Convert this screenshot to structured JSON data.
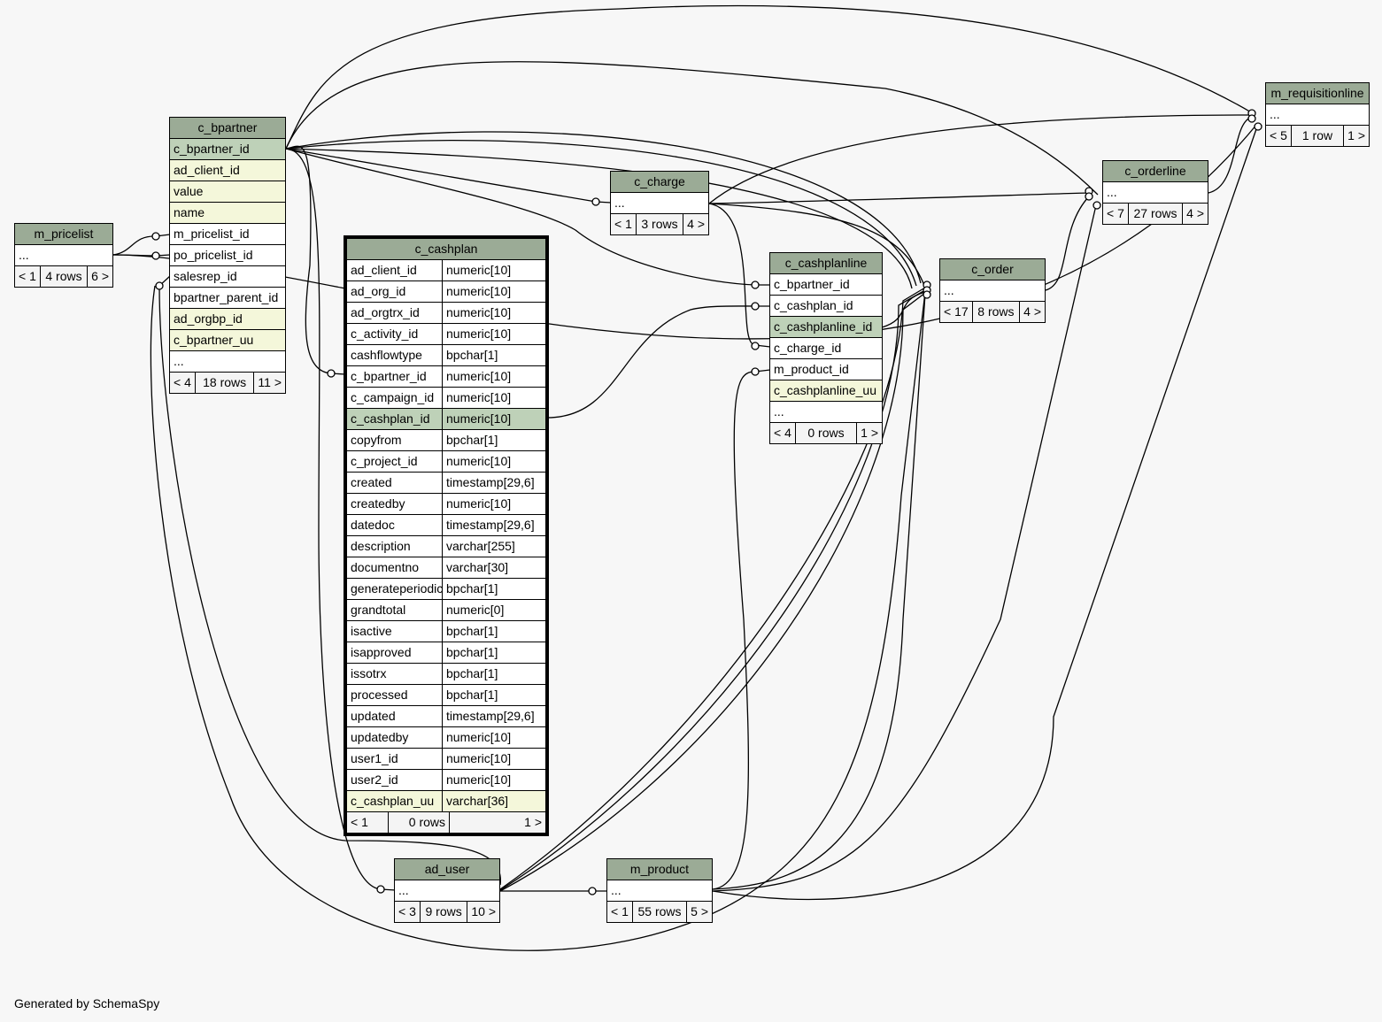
{
  "footer": "Generated by SchemaSpy",
  "tables": {
    "m_pricelist": {
      "name": "m_pricelist",
      "rows": [
        {
          "name": "...",
          "kind": "plain"
        }
      ],
      "footer": {
        "left": "< 1",
        "mid": "4 rows",
        "right": "6 >"
      }
    },
    "c_bpartner": {
      "name": "c_bpartner",
      "rows": [
        {
          "name": "c_bpartner_id",
          "kind": "pk"
        },
        {
          "name": "ad_client_id",
          "kind": "idx"
        },
        {
          "name": "value",
          "kind": "idx"
        },
        {
          "name": "name",
          "kind": "idx"
        },
        {
          "name": "m_pricelist_id",
          "kind": "plain"
        },
        {
          "name": "po_pricelist_id",
          "kind": "plain"
        },
        {
          "name": "salesrep_id",
          "kind": "plain"
        },
        {
          "name": "bpartner_parent_id",
          "kind": "plain"
        },
        {
          "name": "ad_orgbp_id",
          "kind": "idx"
        },
        {
          "name": "c_bpartner_uu",
          "kind": "idx"
        },
        {
          "name": "...",
          "kind": "plain"
        }
      ],
      "footer": {
        "left": "< 4",
        "mid": "18 rows",
        "right": "11 >"
      }
    },
    "c_cashplan": {
      "name": "c_cashplan",
      "rows": [
        {
          "name": "ad_client_id",
          "type": "numeric[10]",
          "kind": "plain"
        },
        {
          "name": "ad_org_id",
          "type": "numeric[10]",
          "kind": "plain"
        },
        {
          "name": "ad_orgtrx_id",
          "type": "numeric[10]",
          "kind": "plain"
        },
        {
          "name": "c_activity_id",
          "type": "numeric[10]",
          "kind": "plain"
        },
        {
          "name": "cashflowtype",
          "type": "bpchar[1]",
          "kind": "plain"
        },
        {
          "name": "c_bpartner_id",
          "type": "numeric[10]",
          "kind": "plain"
        },
        {
          "name": "c_campaign_id",
          "type": "numeric[10]",
          "kind": "plain"
        },
        {
          "name": "c_cashplan_id",
          "type": "numeric[10]",
          "kind": "pk"
        },
        {
          "name": "copyfrom",
          "type": "bpchar[1]",
          "kind": "plain"
        },
        {
          "name": "c_project_id",
          "type": "numeric[10]",
          "kind": "plain"
        },
        {
          "name": "created",
          "type": "timestamp[29,6]",
          "kind": "plain"
        },
        {
          "name": "createdby",
          "type": "numeric[10]",
          "kind": "plain"
        },
        {
          "name": "datedoc",
          "type": "timestamp[29,6]",
          "kind": "plain"
        },
        {
          "name": "description",
          "type": "varchar[255]",
          "kind": "plain"
        },
        {
          "name": "documentno",
          "type": "varchar[30]",
          "kind": "plain"
        },
        {
          "name": "generateperiodic",
          "type": "bpchar[1]",
          "kind": "plain"
        },
        {
          "name": "grandtotal",
          "type": "numeric[0]",
          "kind": "plain"
        },
        {
          "name": "isactive",
          "type": "bpchar[1]",
          "kind": "plain"
        },
        {
          "name": "isapproved",
          "type": "bpchar[1]",
          "kind": "plain"
        },
        {
          "name": "issotrx",
          "type": "bpchar[1]",
          "kind": "plain"
        },
        {
          "name": "processed",
          "type": "bpchar[1]",
          "kind": "plain"
        },
        {
          "name": "updated",
          "type": "timestamp[29,6]",
          "kind": "plain"
        },
        {
          "name": "updatedby",
          "type": "numeric[10]",
          "kind": "plain"
        },
        {
          "name": "user1_id",
          "type": "numeric[10]",
          "kind": "plain"
        },
        {
          "name": "user2_id",
          "type": "numeric[10]",
          "kind": "plain"
        },
        {
          "name": "c_cashplan_uu",
          "type": "varchar[36]",
          "kind": "idx"
        }
      ],
      "footer": {
        "left": "< 1",
        "mid": "0 rows",
        "right": "1 >"
      }
    },
    "c_charge": {
      "name": "c_charge",
      "rows": [
        {
          "name": "...",
          "kind": "plain"
        }
      ],
      "footer": {
        "left": "< 1",
        "mid": "3 rows",
        "right": "4 >"
      }
    },
    "c_cashplanline": {
      "name": "c_cashplanline",
      "rows": [
        {
          "name": "c_bpartner_id",
          "kind": "plain"
        },
        {
          "name": "c_cashplan_id",
          "kind": "plain"
        },
        {
          "name": "c_cashplanline_id",
          "kind": "pk"
        },
        {
          "name": "c_charge_id",
          "kind": "plain"
        },
        {
          "name": "m_product_id",
          "kind": "plain"
        },
        {
          "name": "c_cashplanline_uu",
          "kind": "idx"
        },
        {
          "name": "...",
          "kind": "plain"
        }
      ],
      "footer": {
        "left": "< 4",
        "mid": "0 rows",
        "right": "1 >"
      }
    },
    "c_order": {
      "name": "c_order",
      "rows": [
        {
          "name": "...",
          "kind": "plain"
        }
      ],
      "footer": {
        "left": "< 17",
        "mid": "8 rows",
        "right": "4 >"
      }
    },
    "c_orderline": {
      "name": "c_orderline",
      "rows": [
        {
          "name": "...",
          "kind": "plain"
        }
      ],
      "footer": {
        "left": "< 7",
        "mid": "27 rows",
        "right": "4 >"
      }
    },
    "m_requisitionline": {
      "name": "m_requisitionline",
      "rows": [
        {
          "name": "...",
          "kind": "plain"
        }
      ],
      "footer": {
        "left": "< 5",
        "mid": "1 row",
        "right": "1 >"
      }
    },
    "ad_user": {
      "name": "ad_user",
      "rows": [
        {
          "name": "...",
          "kind": "plain"
        }
      ],
      "footer": {
        "left": "< 3",
        "mid": "9 rows",
        "right": "10 >"
      }
    },
    "m_product": {
      "name": "m_product",
      "rows": [
        {
          "name": "...",
          "kind": "plain"
        }
      ],
      "footer": {
        "left": "< 1",
        "mid": "55 rows",
        "right": "5 >"
      }
    }
  }
}
